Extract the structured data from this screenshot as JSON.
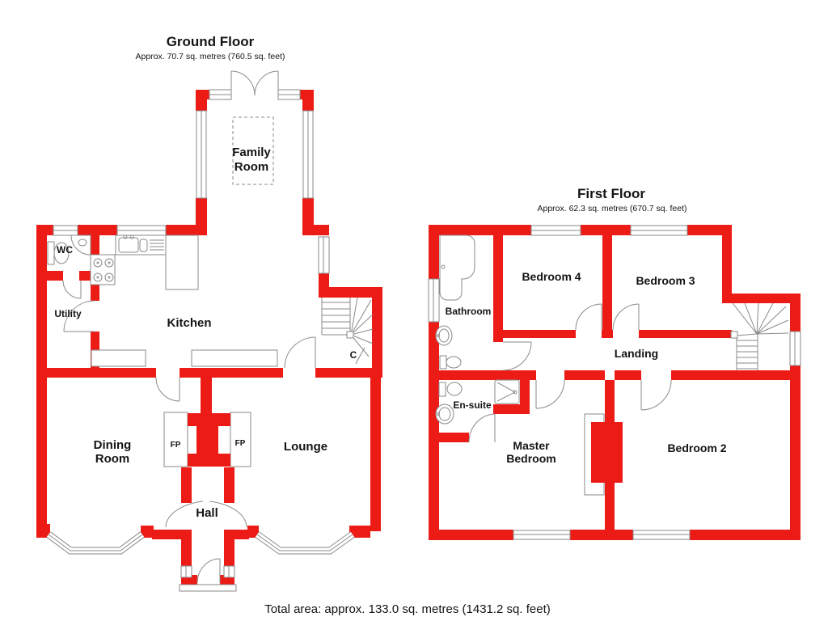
{
  "colors": {
    "wall": "#ed1b15",
    "fixture": "#8a8a8a",
    "ink": "#141414",
    "background": "#ffffff"
  },
  "ground_floor": {
    "title": "Ground Floor",
    "subtitle": "Approx. 70.7 sq. metres (760.5 sq. feet)",
    "rooms": {
      "family_line1": "Family",
      "family_line2": "Room",
      "wc": "WC",
      "utility": "Utility",
      "kitchen": "Kitchen",
      "cupboard": "C",
      "dining_line1": "Dining",
      "dining_line2": "Room",
      "fp_left": "FP",
      "fp_right": "FP",
      "lounge": "Lounge",
      "hall": "Hall"
    }
  },
  "first_floor": {
    "title": "First Floor",
    "subtitle": "Approx. 62.3 sq. metres (670.7 sq. feet)",
    "rooms": {
      "bathroom": "Bathroom",
      "bedroom4": "Bedroom 4",
      "bedroom3": "Bedroom 3",
      "landing": "Landing",
      "ensuite": "En-suite",
      "master_line1": "Master",
      "master_line2": "Bedroom",
      "bedroom2": "Bedroom 2"
    }
  },
  "footer": {
    "total_area": "Total area: approx. 133.0 sq. metres (1431.2 sq. feet)"
  }
}
